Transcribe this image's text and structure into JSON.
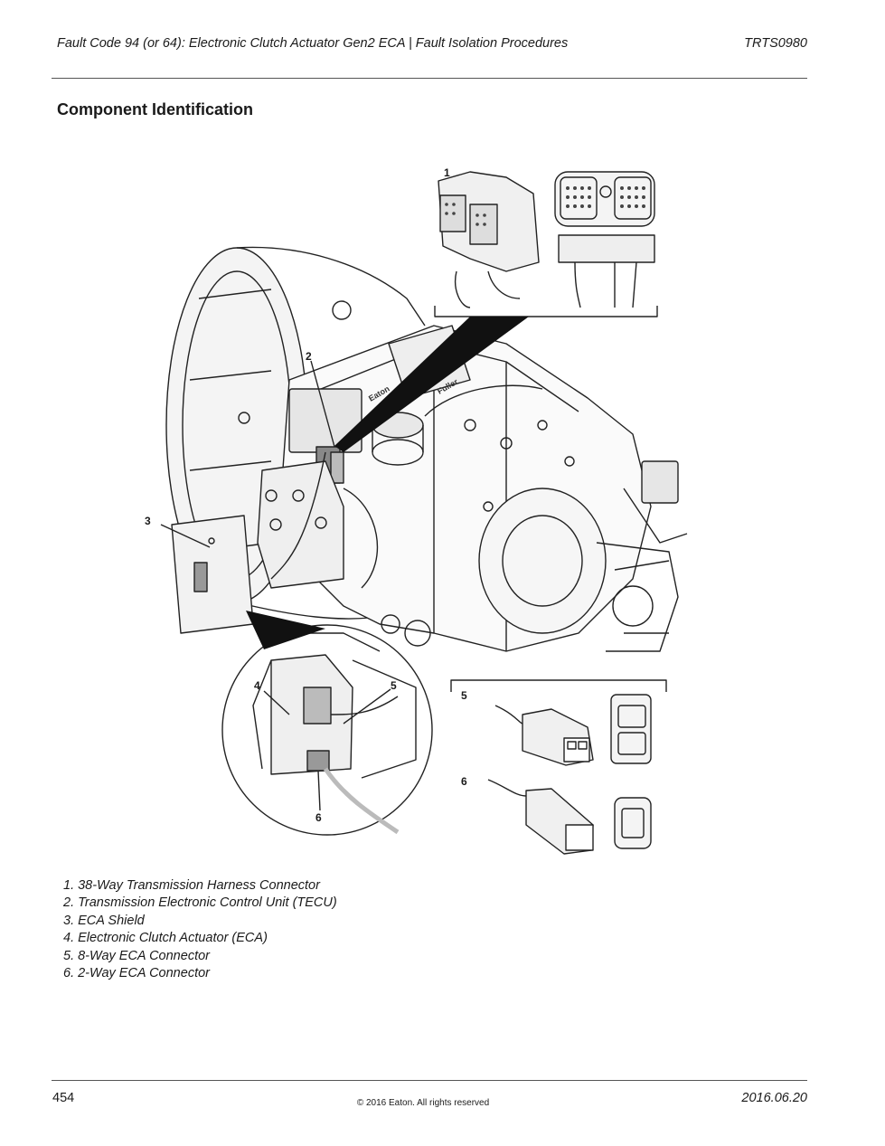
{
  "header": {
    "title": "Fault Code 94 (or 64): Electronic Clutch Actuator Gen2 ECA | Fault Isolation Procedures",
    "doc_id": "TRTS0980"
  },
  "section_title": "Component Identification",
  "figure": {
    "callouts": [
      "1",
      "2",
      "3",
      "4",
      "5",
      "5",
      "6",
      "6"
    ],
    "nameplate_text": [
      "Eaton",
      "Fuller"
    ]
  },
  "legend": [
    "1. 38-Way Transmission Harness Connector",
    "2. Transmission Electronic Control Unit (TECU)",
    "3. ECA Shield",
    "4. Electronic Clutch Actuator (ECA)",
    "5. 8-Way ECA Connector",
    "6. 2-Way ECA Connector"
  ],
  "footer": {
    "page_number": "454",
    "copyright": "© 2016 Eaton. All rights reserved",
    "date": "2016.06.20"
  }
}
